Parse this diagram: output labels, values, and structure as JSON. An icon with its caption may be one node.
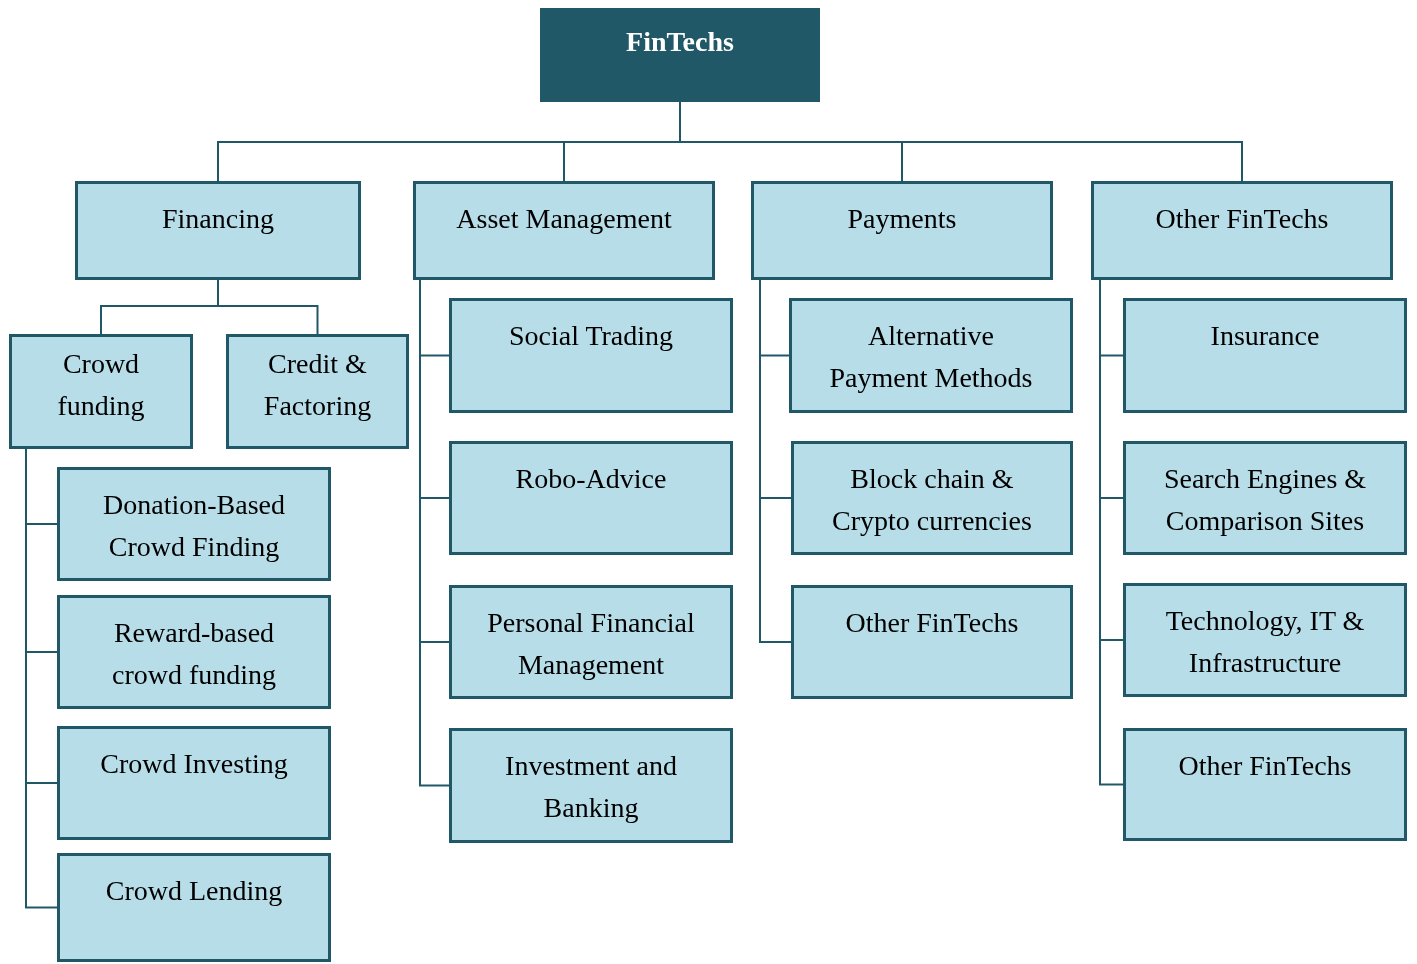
{
  "diagram": {
    "nodes": [
      {
        "text": [
          "FinTechs"
        ]
      },
      {
        "text": [
          "Financing"
        ]
      },
      {
        "text": [
          "Asset Management"
        ]
      },
      {
        "text": [
          "Payments"
        ]
      },
      {
        "text": [
          "Other FinTechs"
        ]
      },
      {
        "text": [
          "Crowd funding"
        ]
      },
      {
        "text": [
          "Credit & Factoring"
        ]
      },
      {
        "text": [
          "Donation-Based Crowd Finding"
        ]
      },
      {
        "text": [
          "Reward-based crowd funding"
        ]
      },
      {
        "text": [
          "Crowd Investing"
        ]
      },
      {
        "text": [
          "Crowd Lending"
        ]
      },
      {
        "text": [
          "Social Trading"
        ]
      },
      {
        "text": [
          "Robo-Advice"
        ]
      },
      {
        "text": [
          "Personal Financial Management"
        ]
      },
      {
        "text": [
          "Investment and Banking"
        ]
      },
      {
        "text": [
          "Alternative Payment Methods"
        ]
      },
      {
        "text": [
          "Block chain & Crypto currencies"
        ]
      },
      {
        "text": [
          "Other FinTechs"
        ]
      },
      {
        "text": [
          "Insurance"
        ]
      },
      {
        "text": [
          "Search Engines & Comparison Sites"
        ]
      },
      {
        "text": [
          "Technology, IT & Infrastructure"
        ]
      },
      {
        "text": [
          "Other FinTechs"
        ]
      }
    ],
    "edges": [
      {
        "from": 0,
        "to": 1,
        "arrow": "none"
      },
      {
        "from": 0,
        "to": 2,
        "arrow": "none"
      },
      {
        "from": 0,
        "to": 3,
        "arrow": "none"
      },
      {
        "from": 0,
        "to": 4,
        "arrow": "none"
      },
      {
        "from": 1,
        "to": 5,
        "arrow": "none"
      },
      {
        "from": 1,
        "to": 6,
        "arrow": "none"
      },
      {
        "from": 5,
        "to": 7,
        "arrow": "none"
      },
      {
        "from": 5,
        "to": 8,
        "arrow": "none"
      },
      {
        "from": 5,
        "to": 9,
        "arrow": "none"
      },
      {
        "from": 5,
        "to": 10,
        "arrow": "none"
      },
      {
        "from": 2,
        "to": 11,
        "arrow": "none"
      },
      {
        "from": 2,
        "to": 12,
        "arrow": "none"
      },
      {
        "from": 2,
        "to": 13,
        "arrow": "none"
      },
      {
        "from": 2,
        "to": 14,
        "arrow": "none"
      },
      {
        "from": 3,
        "to": 15,
        "arrow": "none"
      },
      {
        "from": 3,
        "to": 16,
        "arrow": "none"
      },
      {
        "from": 3,
        "to": 17,
        "arrow": "none"
      },
      {
        "from": 4,
        "to": 18,
        "arrow": "none"
      },
      {
        "from": 4,
        "to": 19,
        "arrow": "none"
      },
      {
        "from": 4,
        "to": 20,
        "arrow": "none"
      },
      {
        "from": 4,
        "to": 21,
        "arrow": "none"
      }
    ]
  }
}
